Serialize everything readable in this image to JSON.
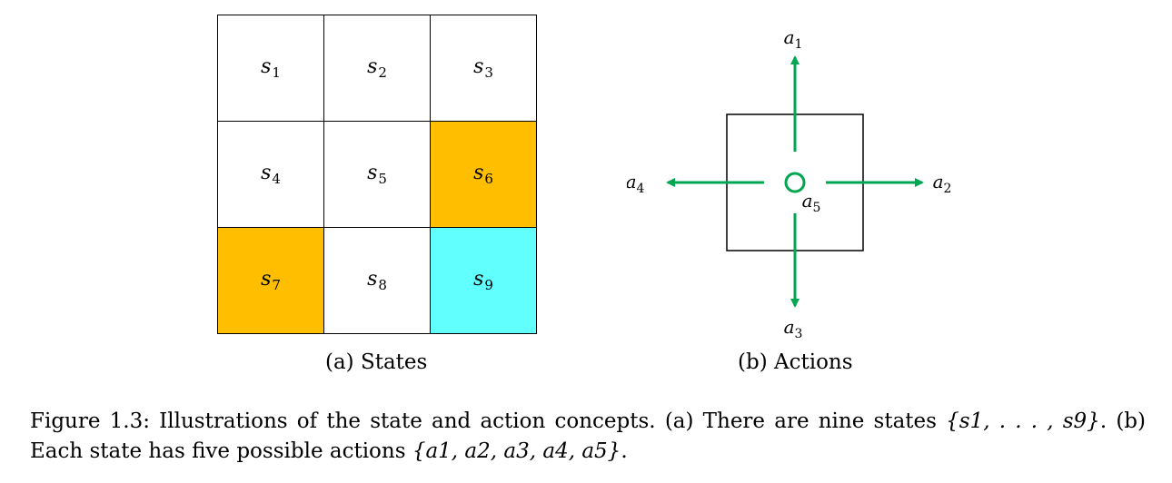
{
  "states": [
    {
      "symbol": "s",
      "index": "1",
      "fill": "#ffffff"
    },
    {
      "symbol": "s",
      "index": "2",
      "fill": "#ffffff"
    },
    {
      "symbol": "s",
      "index": "3",
      "fill": "#ffffff"
    },
    {
      "symbol": "s",
      "index": "4",
      "fill": "#ffffff"
    },
    {
      "symbol": "s",
      "index": "5",
      "fill": "#ffffff"
    },
    {
      "symbol": "s",
      "index": "6",
      "fill": "#ffbf00"
    },
    {
      "symbol": "s",
      "index": "7",
      "fill": "#ffbf00"
    },
    {
      "symbol": "s",
      "index": "8",
      "fill": "#ffffff"
    },
    {
      "symbol": "s",
      "index": "9",
      "fill": "#62ffff"
    }
  ],
  "actions": [
    {
      "symbol": "a",
      "index": "1",
      "direction": "up"
    },
    {
      "symbol": "a",
      "index": "2",
      "direction": "right"
    },
    {
      "symbol": "a",
      "index": "3",
      "direction": "down"
    },
    {
      "symbol": "a",
      "index": "4",
      "direction": "left"
    },
    {
      "symbol": "a",
      "index": "5",
      "direction": "stay"
    }
  ],
  "action_color": "#00a650",
  "subcaptions": {
    "a": "(a) States",
    "b": "(b) Actions"
  },
  "figure": {
    "label": "Figure 1.3:",
    "text1": " Illustrations of the state and action concepts. (a) There are nine states ",
    "set1": "{s1, . . . , s9}",
    "text2": ". (b) Each state has five possible actions ",
    "set2": "{a1, a2, a3, a4, a5}",
    "text3": "."
  }
}
